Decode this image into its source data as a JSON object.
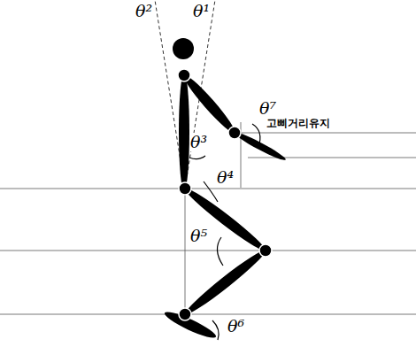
{
  "diagram": {
    "labels": [
      "θ²",
      "θ¹",
      "θ⁷",
      "고삐거리유지",
      "θ³",
      "θ⁴",
      "θ⁵",
      "θ⁶"
    ]
  }
}
